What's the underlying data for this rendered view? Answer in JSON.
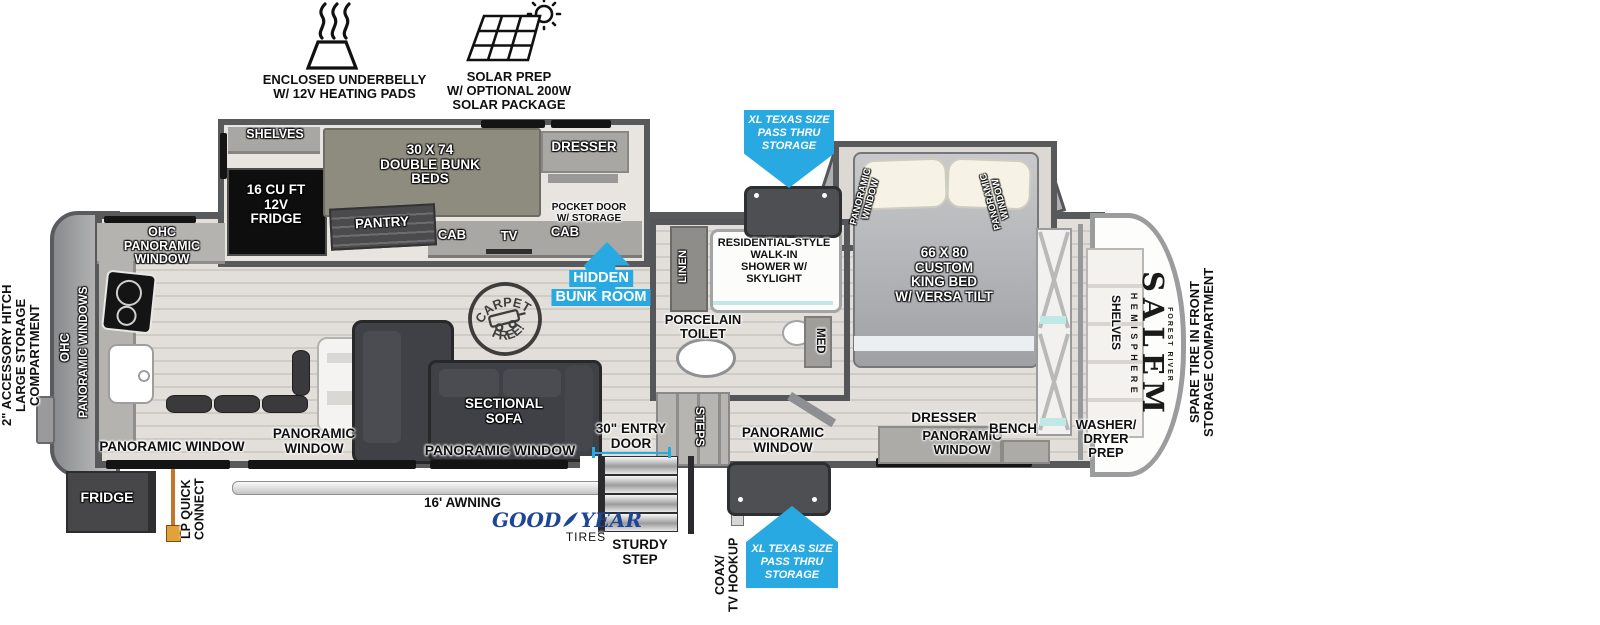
{
  "colors": {
    "accent_blue": "#29a9e1",
    "goodyear_blue": "#1d4697"
  },
  "features": {
    "underbelly": "ENCLOSED UNDERBELLY\nW/ 12V HEATING PADS",
    "solar": "SOLAR PREP\nW/ OPTIONAL 200W\nSOLAR PACKAGE"
  },
  "callouts": {
    "pass_thru_top": "XL TEXAS SIZE\nPASS THRU\nSTORAGE",
    "pass_thru_bottom": "XL TEXAS SIZE\nPASS THRU\nSTORAGE",
    "hidden_bunk_line1": "HIDDEN",
    "hidden_bunk_line2": "BUNK ROOM",
    "carpet_free_top": "CARPET",
    "carpet_free_bottom": "FREE!"
  },
  "exterior": {
    "hitch": "2\" ACCESSORY HITCH\nLARGE STORAGE COMPARTMENT",
    "fridge": "FRIDGE",
    "lp_connect": "LP QUICK\nCONNECT",
    "awning": "16' AWNING",
    "tire_brand_left": "GOOD",
    "tire_brand_right": "YEAR",
    "tire_sub": "TIRES",
    "sturdy_step": "STURDY\nSTEP",
    "entry_door": "30\" ENTRY\nDOOR",
    "coax": "COAX/\nTV HOOKUP",
    "spare_tire": "SPARE TIRE IN FRONT\nSTORAGE COMPARTMENT"
  },
  "bunk_room": {
    "shelves": "SHELVES",
    "bunk_beds": "30 X 74\nDOUBLE BUNK\nBEDS",
    "dresser": "DRESSER",
    "fridge": "16 CU FT\n12V\nFRIDGE",
    "pantry": "PANTRY",
    "cab_left": "CAB",
    "tv": "TV",
    "cab_right": "CAB",
    "pocket_door": "POCKET DOOR\nW/ STORAGE"
  },
  "kitchen": {
    "ohc_corner": "OHC\nPANORAMIC WINDOW",
    "ohc": "OHC",
    "panoramic_windows": "PANORAMIC WINDOWS",
    "window_rear": "PANORAMIC WINDOW",
    "window_island": "PANORAMIC\nWINDOW"
  },
  "living": {
    "sofa": "SECTIONAL\nSOFA",
    "window": "PANORAMIC WINDOW"
  },
  "bathroom": {
    "linen": "LINEN",
    "shower": "RESIDENTIAL-STYLE\nWALK-IN\nSHOWER W/\nSKYLIGHT",
    "toilet": "PORCELAIN\nTOILET",
    "med": "MED",
    "steps": "STEPS",
    "window": "PANORAMIC\nWINDOW"
  },
  "bedroom": {
    "bed": "66 X 80\nCUSTOM\nKING BED\nW/ VERSA TILT",
    "window_left": "PANORAMIC\nWINDOW",
    "window_right": "PANORAMIC\nWINDOW",
    "dresser": "DRESSER",
    "bench": "BENCH",
    "window_bottom": "PANORAMIC\nWINDOW"
  },
  "front": {
    "shelves": "SHELVES",
    "washer_dryer": "WASHER/\nDRYER\nPREP",
    "logo_maker": "FOREST RIVER",
    "logo_brand": "SALEM",
    "logo_sub": "HEMISPHERE"
  }
}
